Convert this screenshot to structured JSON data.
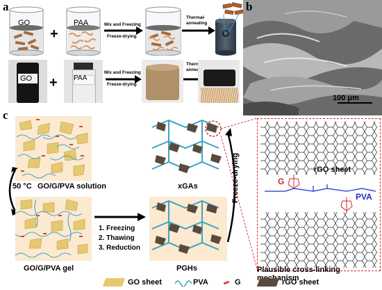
{
  "panel_a": {
    "letter": "a",
    "top_row": {
      "beaker1_label": "GO",
      "beaker2_label": "PAA",
      "plus": "+",
      "step1_label_line1": "Mix and Freezing",
      "step1_label_line2": "Freeze-drying",
      "step2_label_line1": "Thermal-",
      "step2_label_line2": "annealing"
    },
    "bottom_row": {
      "vial1_label": "GO",
      "vial2_label": "PAA",
      "plus": "+",
      "step1_label_line1": "Mix and Freezing",
      "step1_label_line2": "Freeze-drying",
      "step2_label_line1": "Thermal-",
      "step2_label_line2": "annealing"
    }
  },
  "panel_b": {
    "letter": "b",
    "scale_bar": "100 μm"
  },
  "panel_c": {
    "letter": "c",
    "solution_label": "GO/G/PVA solution",
    "temperature": "50 °C",
    "gel_label": "GO/G/PVA gel",
    "steps": [
      "1. Freezing",
      "2. Thawing",
      "3. Reduction"
    ],
    "pghs_label": "PGHs",
    "xgas_label": "xGAs",
    "freeze_drying": "Freeze-drying",
    "rgo_sheet": "rGO sheet",
    "g_label": "G",
    "pva_label": "PVA",
    "mechanism": "Plausible cross-linking mechanism",
    "legend": {
      "go_sheet": "GO sheet",
      "pva": "PVA",
      "g": "G",
      "rgo_sheet": "rGO sheet"
    }
  },
  "colors": {
    "go_sheet": "#e5c870",
    "pva": "#3aa4c4",
    "g": "#d0443a",
    "rgo_sheet": "#5a4a3c",
    "mechanism_g": "#d02828",
    "mechanism_pva": "#1f2ed0",
    "dashed": "#e02020"
  }
}
